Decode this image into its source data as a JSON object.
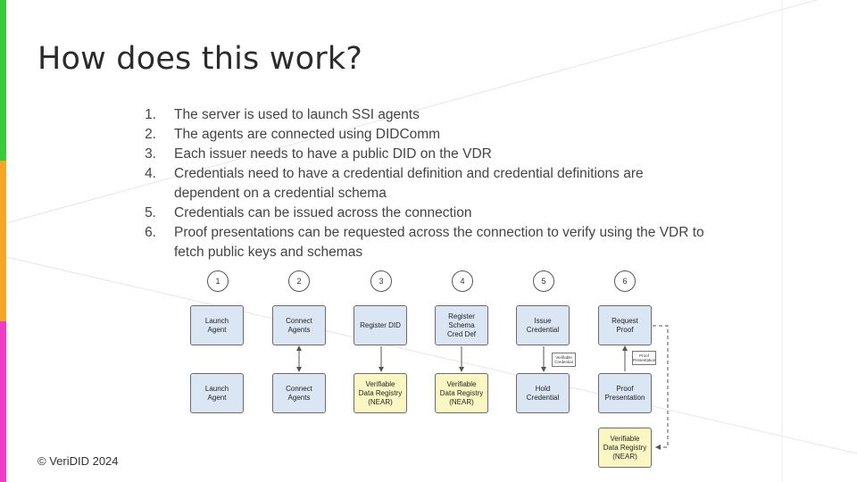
{
  "title": "How does this work?",
  "steps": [
    {
      "num": "1.",
      "text": "The server is used to launch SSI agents"
    },
    {
      "num": "2.",
      "text": "The agents are connected using DIDComm"
    },
    {
      "num": "3.",
      "text": "Each issuer needs to have a public DID on the VDR"
    },
    {
      "num": "4.",
      "text": "Credentials need to have a credential definition and credential definitions are dependent on a credential schema"
    },
    {
      "num": "5.",
      "text": "Credentials can be issued across the connection"
    },
    {
      "num": "6.",
      "text": "Proof presentations can be requested across the connection to verify using the VDR to fetch public keys and schemas"
    }
  ],
  "diagram": {
    "step_numbers": [
      "1",
      "2",
      "3",
      "4",
      "5",
      "6"
    ],
    "top_boxes": [
      "Launch\nAgent",
      "Connect\nAgents",
      "Register DID",
      "Register\nSchema\nCred Def",
      "Issue\nCredential",
      "Request\nProof"
    ],
    "bottom_boxes": [
      "Launch\nAgent",
      "Connect\nAgents",
      "Verifiable\nData Registry\n(NEAR)",
      "Verifiable\nData Registry\n(NEAR)",
      "Hold\nCredential",
      "Proof\nPresentation"
    ],
    "extra_box": "Verifiable\nData Registry\n(NEAR)",
    "doc_credential": "Verifiable\nCredential",
    "doc_proof": "Proof\nPresentation"
  },
  "footer": "© VeriDID 2024",
  "colors": {
    "accent_green": "#3cc93c",
    "accent_orange": "#f5a623",
    "accent_pink": "#f03bc4",
    "box_blue": "#dbe6f5",
    "box_yellow": "#fbf7c2"
  }
}
